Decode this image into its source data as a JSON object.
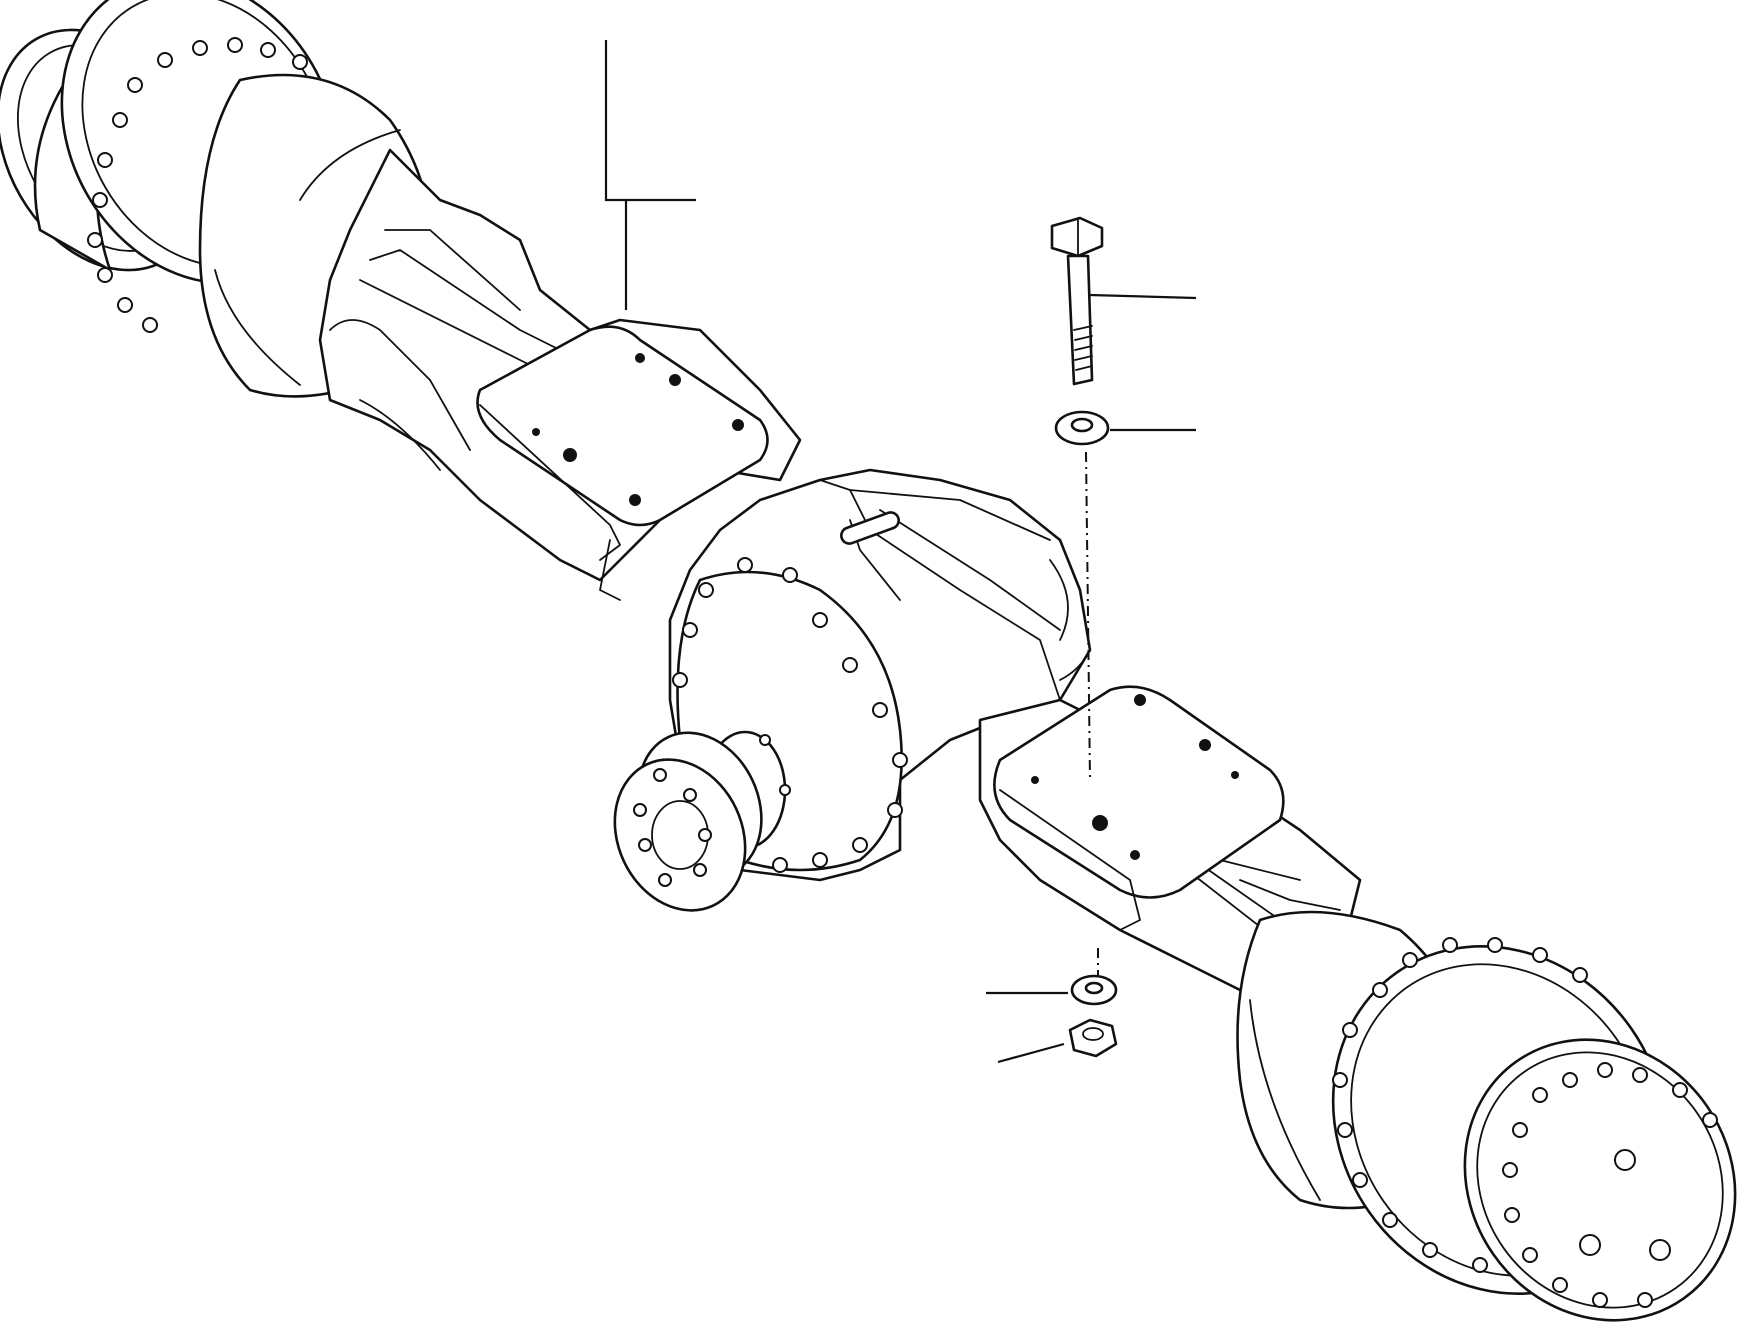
{
  "diagram": {
    "parts": [
      {
        "id": "axle-assembly"
      },
      {
        "id": "bolt"
      },
      {
        "id": "washer-upper"
      },
      {
        "id": "washer-lower"
      },
      {
        "id": "nut"
      }
    ],
    "stroke_color": "#111111",
    "background_color": "#ffffff"
  }
}
